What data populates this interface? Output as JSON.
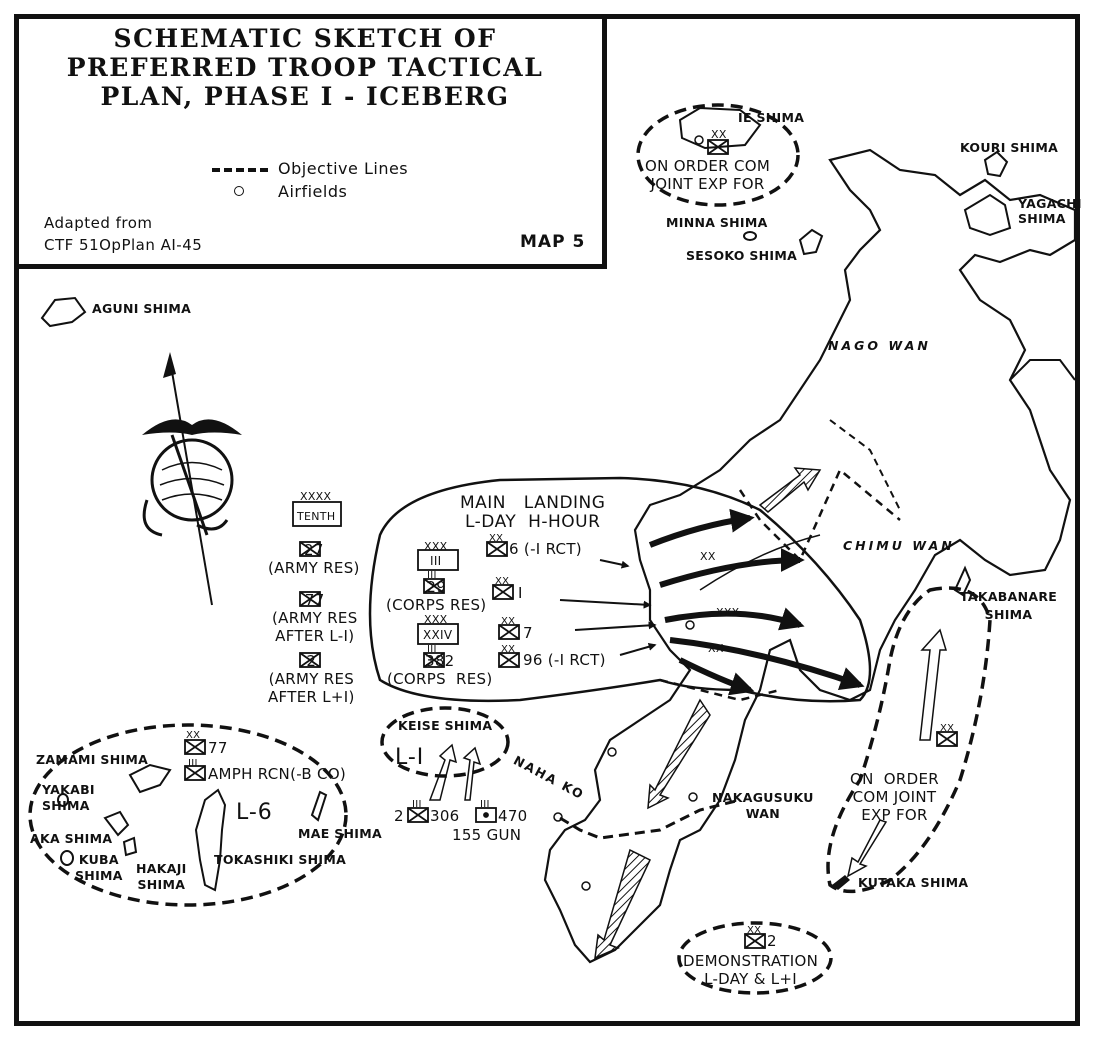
{
  "title": "SCHEMATIC SKETCH OF\nPREFERRED TROOP TACTICAL\nPLAN, PHASE I - ICEBERG",
  "legend": {
    "objective_lines": "Objective   Lines",
    "airfields": "Airfields"
  },
  "source": "Adapted from\nCTF 51OpPlan AI-45",
  "map_number": "MAP 5",
  "places": {
    "ie_shima": "IE SHIMA",
    "kouri_shima": "KOURI SHIMA",
    "yagachi_shima": "YAGACHI\nSHIMA",
    "minna_shima": "MINNA SHIMA",
    "sesoko_shima": "SESOKO SHIMA",
    "aguni_shima": "AGUNI SHIMA",
    "nago_wan": "NAGO  WAN",
    "chimu_wan": "CHIMU  WAN",
    "takabanare_shima": "TAKABANARE\nSHIMA",
    "keise_shima": "KEISE  SHIMA",
    "naha_ko": "NAHA  KO",
    "nakagusuku_wan": "NAKAGUSUKU\nWAN",
    "kutaka_shima": "KUTAKA  SHIMA",
    "zamami_shima": "ZAMAMI  SHIMA",
    "yakabi_shima": "YAKABI\nSHIMA",
    "aka_shima": "AKA SHIMA",
    "kuba_shima": "KUBA\nSHIMA",
    "hakaji_shima": "HAKAJI\nSHIMA",
    "tokashiki_shima": "TOKASHIKI  SHIMA",
    "mae_shima": "MAE  SHIMA"
  },
  "phase_lines": {
    "l6": "L-6",
    "l1": "L-I"
  },
  "units": {
    "ie_order": "ON ORDER COM\nJOINT EXP FOR",
    "ie_echelon": "XX",
    "tenth_echelon": "XXXX",
    "tenth": "TENTH",
    "div27": "27\n(ARMY RES)",
    "div77": "77\n(ARMY RES\nAFTER L-I)",
    "div2": "2\n(ARMY RES\nAFTER L+I)",
    "main_landing": "MAIN   LANDING\nL-DAY  H-HOUR",
    "corps_iii": "III",
    "corps_iii_echelon": "XXX",
    "corps_xxiv": "XXIV",
    "corps_xxiv_echelon": "XXX",
    "div29": "29\n(CORPS RES)",
    "div382": "382\n(CORPS  RES)",
    "div6": "6 (-I RCT)",
    "div1": "I",
    "div7": "7",
    "div96": "96 (-I RCT)",
    "div_echelon": "XX",
    "rgt_echelon": "III",
    "div77_l6": "77",
    "amph_rcn": "AMPH RCN(-B CO)",
    "art_306_prefix": "2",
    "art_306": "306",
    "art_470": "470",
    "gun_155": "155 GUN",
    "east_order": "ON  ORDER\nCOM JOINT\nEXP FOR",
    "demo_unit": "2",
    "demonstration": "DEMONSTRATION\nL-DAY & L+I",
    "arrow_xx_north": "XX",
    "arrow_xxx": "XXX",
    "arrow_xx_south": "XX"
  },
  "colors": {
    "ink": "#111111",
    "paper": "#ffffff"
  }
}
